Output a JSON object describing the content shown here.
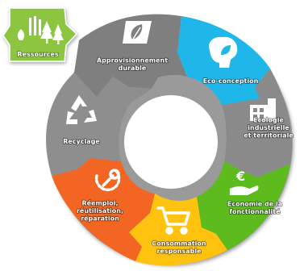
{
  "diagram": {
    "badge": {
      "label": "Ressources",
      "color": "#8cc63f",
      "icon": "nature-resources-icon"
    },
    "segments": [
      {
        "id": "approvisionnement",
        "lines": [
          "Approvisionnement",
          "durable"
        ],
        "color": "#7f7f7f",
        "icon": "leaf-icon"
      },
      {
        "id": "eco-conception",
        "lines": [
          "Eco-conception"
        ],
        "color": "#1fb7ea",
        "icon": "brain-leaf-icon"
      },
      {
        "id": "ecologie",
        "lines": [
          "Ecologie",
          "industrielle",
          "et territoriale"
        ],
        "color": "#8a8a8a",
        "icon": "factory-icon"
      },
      {
        "id": "economie",
        "lines": [
          "Economie de la",
          "fonctionnalité"
        ],
        "color": "#5dbb1e",
        "icon": "euro-hand-icon"
      },
      {
        "id": "consommation",
        "lines": [
          "Consommation",
          "responsable"
        ],
        "color": "#ffc20e",
        "icon": "shopping-cart-icon"
      },
      {
        "id": "reemploi",
        "lines": [
          "Réemploi,",
          "réutilisation,",
          "réparation"
        ],
        "color": "#f26522",
        "icon": "wrench-icon"
      },
      {
        "id": "recyclage",
        "lines": [
          "Recyclage"
        ],
        "color": "#8e8e8e",
        "icon": "recycle-icon"
      }
    ]
  }
}
